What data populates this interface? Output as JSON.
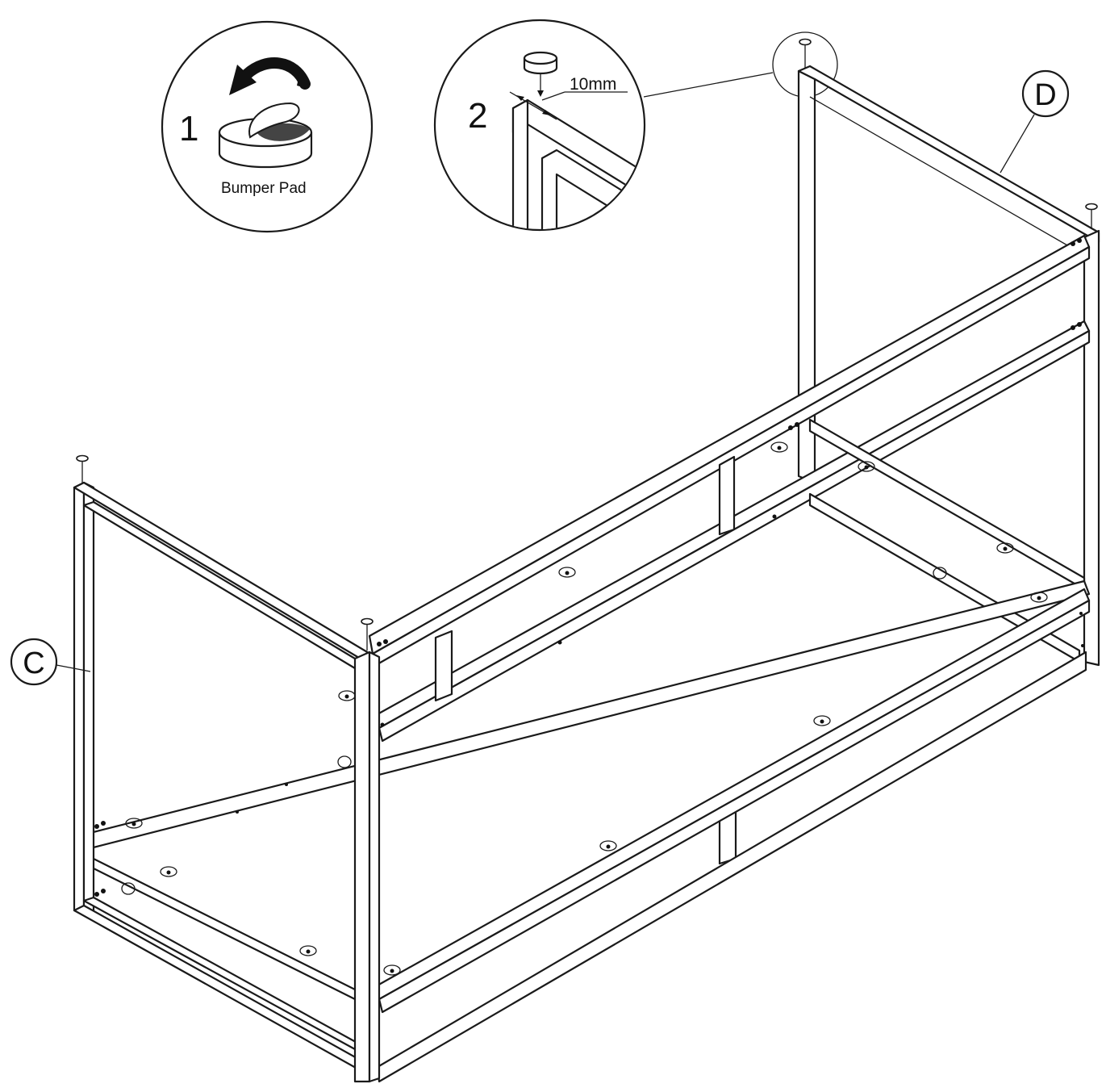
{
  "step1": {
    "number": "1",
    "caption": "Bumper Pad"
  },
  "step2": {
    "number": "2",
    "dimension": "10mm"
  },
  "parts": {
    "left_frame": "C",
    "right_frame": "D"
  }
}
